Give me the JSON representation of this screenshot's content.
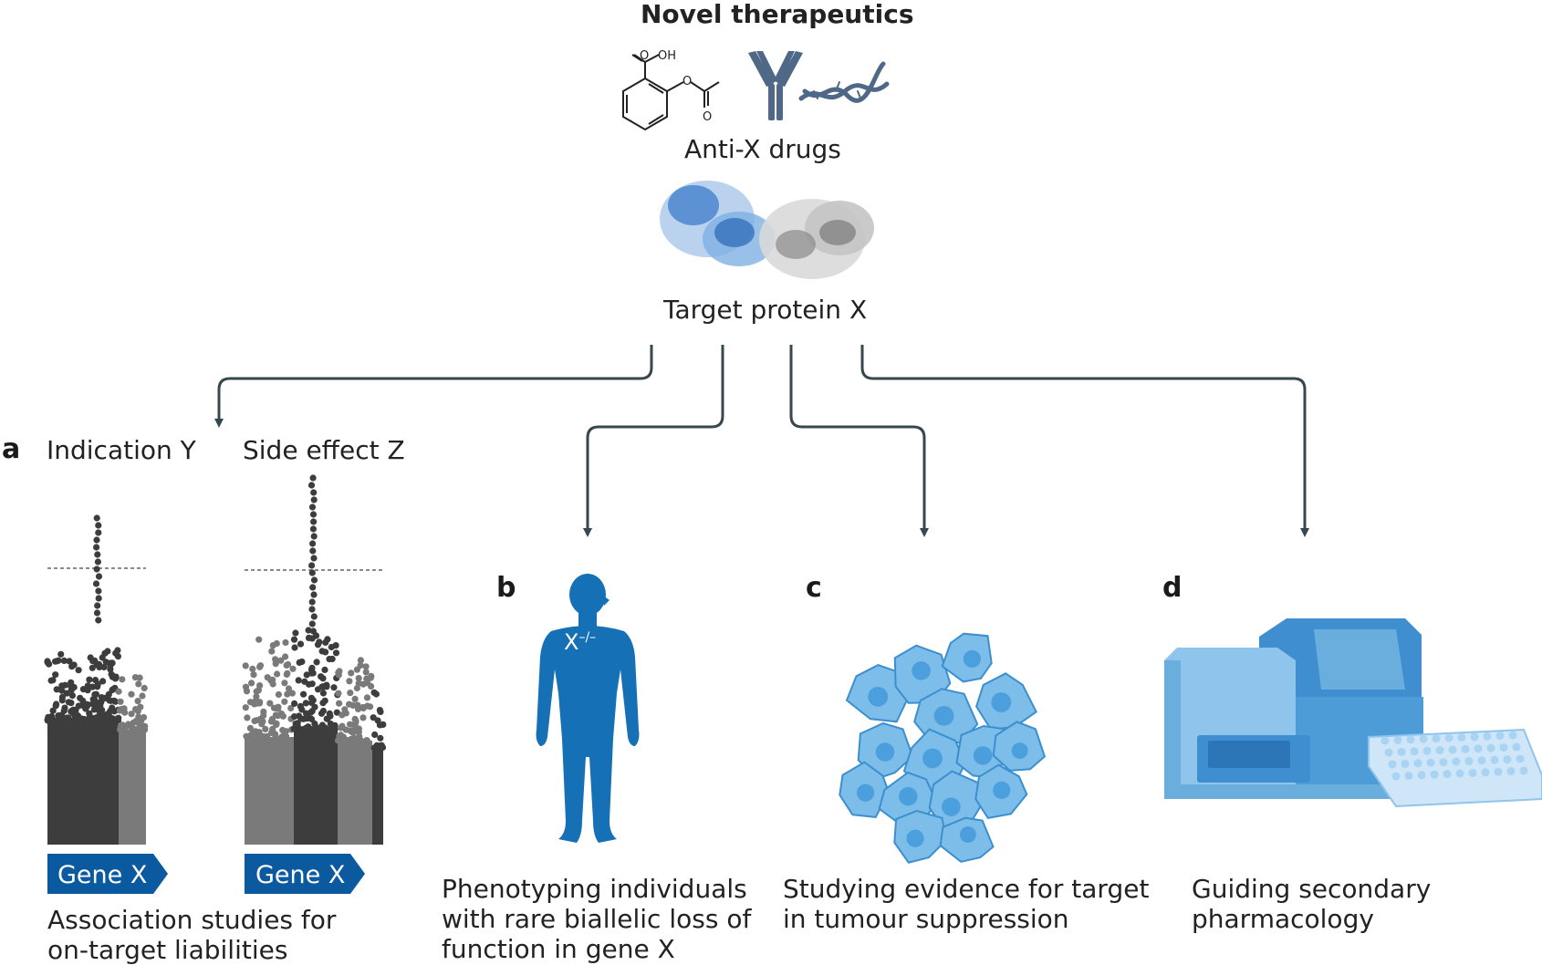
{
  "header": {
    "title": "Novel therapeutics",
    "drugs_label": "Anti-X drugs",
    "target_label": "Target protein X",
    "molecule_labels": {
      "oh": "O    OH",
      "o_ester": "O",
      "o_carbonyl": "O"
    }
  },
  "panel_a": {
    "letter": "a",
    "plot1_title": "Indication Y",
    "plot2_title": "Side effect Z",
    "gene_tag_1": "Gene X",
    "gene_tag_2": "Gene X",
    "caption": [
      "Association studies for",
      "on-target liabilities"
    ]
  },
  "panel_b": {
    "letter": "b",
    "genotype": "X",
    "genotype_sup": "–/–",
    "caption": [
      "Phenotyping individuals",
      "with rare biallelic loss of",
      "function in gene X"
    ]
  },
  "panel_c": {
    "letter": "c",
    "caption": [
      "Studying evidence for target",
      "in tumour suppression"
    ]
  },
  "panel_d": {
    "letter": "d",
    "caption": [
      "Guiding secondary",
      "pharmacology"
    ]
  },
  "colors": {
    "arrow": "#37474f",
    "gene_tag": "#0b5aa0",
    "dark_dot": "#3d3d3d",
    "light_dot": "#7a7a7a",
    "body": "#1570b5",
    "cell_fill": "#7cbde9",
    "instrument": "#5aa0d8"
  }
}
